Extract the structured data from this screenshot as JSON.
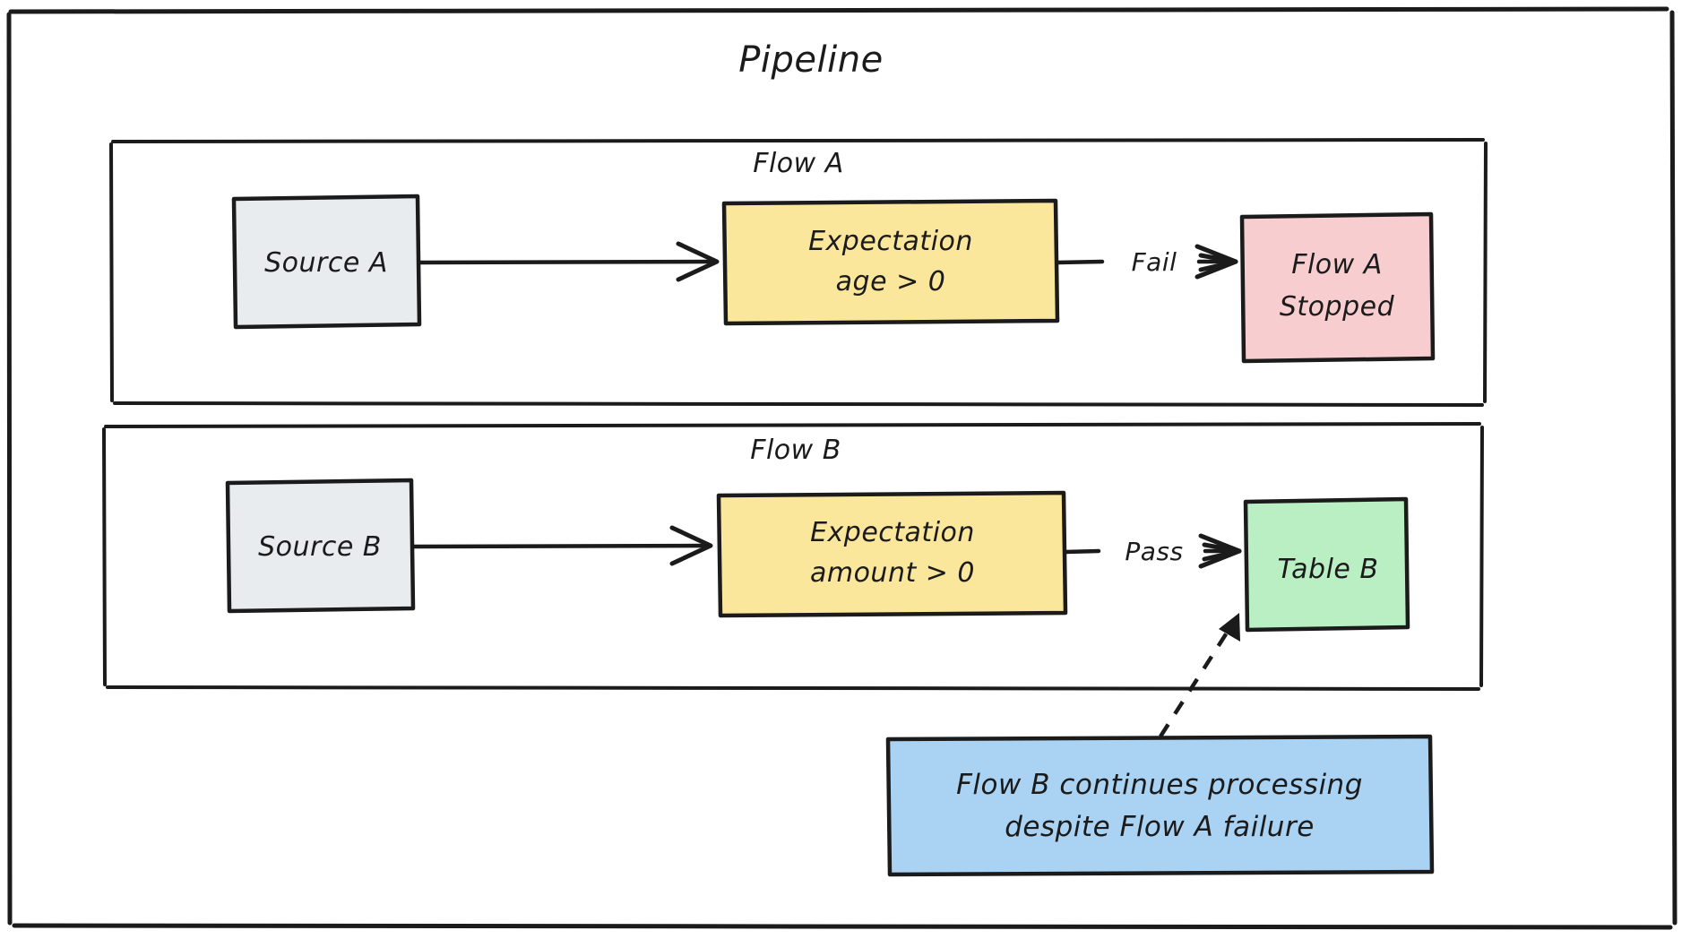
{
  "diagram": {
    "title": "Pipeline",
    "type": "flowchart",
    "style": "hand-drawn",
    "background": "#ffffff",
    "stroke_color": "#1b1b1b"
  },
  "groups": [
    {
      "id": "flow-a",
      "label": "Flow A",
      "outcome": "Fail"
    },
    {
      "id": "flow-b",
      "label": "Flow B",
      "outcome": "Pass"
    }
  ],
  "nodes": {
    "source_a": {
      "label": "Source A",
      "fill": "#e8ecef"
    },
    "expectation_a": {
      "line1": "Expectation",
      "line2": "age > 0",
      "fill": "#fae79c"
    },
    "flow_a_stopped": {
      "line1": "Flow A",
      "line2": "Stopped",
      "fill": "#f7cdd0"
    },
    "source_b": {
      "label": "Source B",
      "fill": "#e8ecef"
    },
    "expectation_b": {
      "line1": "Expectation",
      "line2": "amount > 0",
      "fill": "#fae79c"
    },
    "table_b": {
      "label": "Table B",
      "fill": "#b9efc3"
    },
    "note": {
      "line1": "Flow B continues processing",
      "line2": "despite Flow A failure",
      "fill": "#a9d2f3"
    }
  },
  "edges": [
    {
      "from": "source_a",
      "to": "expectation_a",
      "label": "",
      "style": "solid"
    },
    {
      "from": "expectation_a",
      "to": "flow_a_stopped",
      "label": "Fail",
      "style": "solid"
    },
    {
      "from": "source_b",
      "to": "expectation_b",
      "label": "",
      "style": "solid"
    },
    {
      "from": "expectation_b",
      "to": "table_b",
      "label": "Pass",
      "style": "solid"
    },
    {
      "from": "note",
      "to": "table_b",
      "label": "",
      "style": "dashed"
    }
  ]
}
